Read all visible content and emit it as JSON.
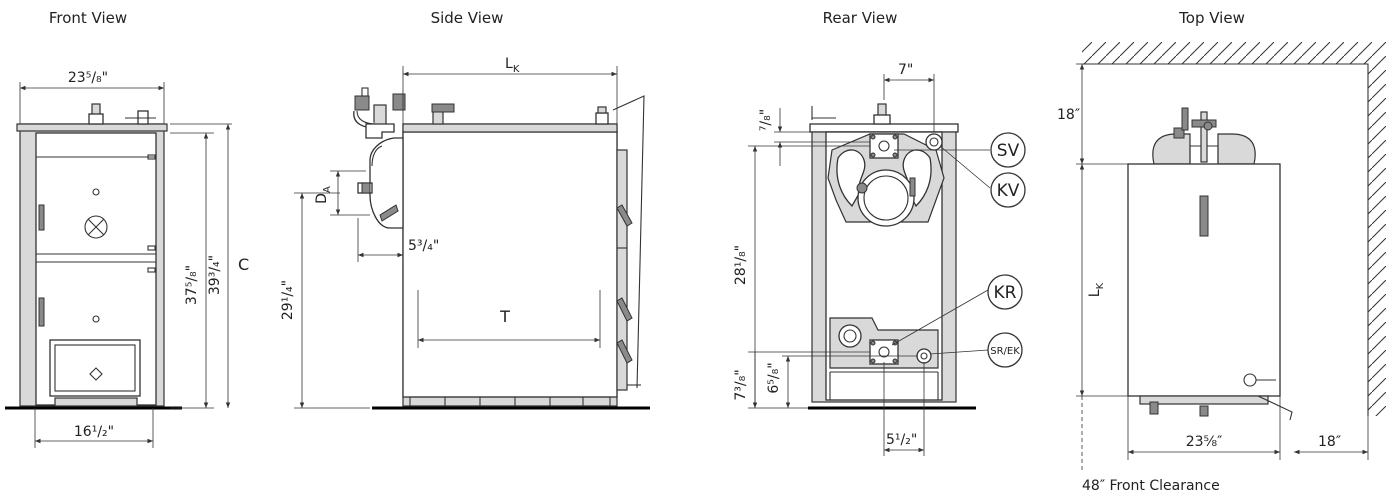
{
  "views": {
    "front": {
      "title": "Front View",
      "width": "23⁵/₈\"",
      "height_1": "37⁵/₈\"",
      "height_2": "39³/₄\"",
      "c_label": "C",
      "base_width": "16¹/₂\""
    },
    "side": {
      "title": "Side View",
      "lk": "L",
      "lk_sub": "K",
      "da": "D",
      "da_sub": "A",
      "offset": "5³/₄\"",
      "height": "29¹/₄\"",
      "t_label": "T"
    },
    "rear": {
      "title": "Rear View",
      "top_offset": "7\"",
      "small": "⁷/₈\"",
      "height_1": "28¹/₈\"",
      "height_2": "7³/₈\"",
      "height_3": "6⁵/₈\"",
      "bottom_offset": "5¹/₂\"",
      "bubbles": {
        "sv": "SV",
        "kv": "KV",
        "kr": "KR",
        "sr_ek": "SR/EK"
      }
    },
    "top": {
      "title": "Top View",
      "clear_back": "18″",
      "lk": "L",
      "lk_sub": "K",
      "width": "23⅝″",
      "clear_side": "18″",
      "front_clearance": "48″ Front Clearance"
    }
  }
}
